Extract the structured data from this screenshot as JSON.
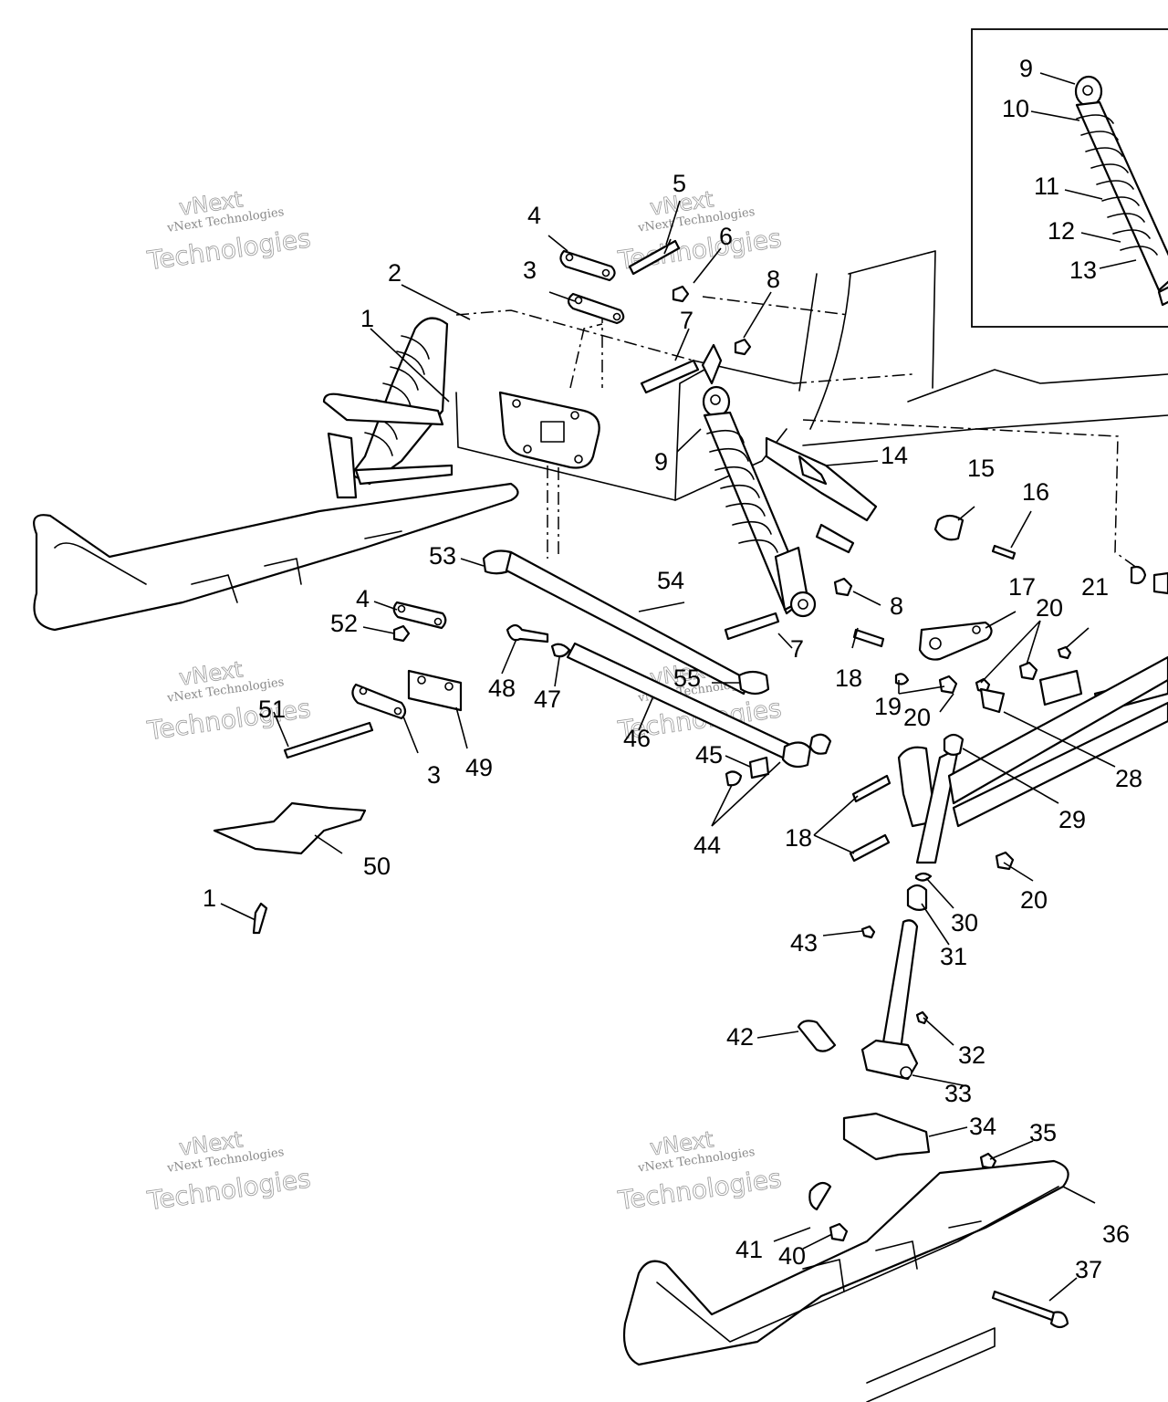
{
  "diagram": {
    "watermark": {
      "line1": "vNext",
      "line2": "vNext Technologies",
      "line3": "Technologies"
    },
    "callouts": [
      {
        "id": "c1a",
        "text": "1"
      },
      {
        "id": "c2",
        "text": "2"
      },
      {
        "id": "c3a",
        "text": "3"
      },
      {
        "id": "c4a",
        "text": "4"
      },
      {
        "id": "c5",
        "text": "5"
      },
      {
        "id": "c6",
        "text": "6"
      },
      {
        "id": "c7a",
        "text": "7"
      },
      {
        "id": "c8a",
        "text": "8"
      },
      {
        "id": "c9a",
        "text": "9"
      },
      {
        "id": "c14",
        "text": "14"
      },
      {
        "id": "c15",
        "text": "15"
      },
      {
        "id": "c16",
        "text": "16"
      },
      {
        "id": "c9b",
        "text": "9"
      },
      {
        "id": "c10",
        "text": "10"
      },
      {
        "id": "c11",
        "text": "11"
      },
      {
        "id": "c12",
        "text": "12"
      },
      {
        "id": "c13",
        "text": "13"
      },
      {
        "id": "c53",
        "text": "53"
      },
      {
        "id": "c54",
        "text": "54"
      },
      {
        "id": "c4b",
        "text": "4"
      },
      {
        "id": "c52",
        "text": "52"
      },
      {
        "id": "c8b",
        "text": "8"
      },
      {
        "id": "c7b",
        "text": "7"
      },
      {
        "id": "c17",
        "text": "17"
      },
      {
        "id": "c20a",
        "text": "20"
      },
      {
        "id": "c21",
        "text": "21"
      },
      {
        "id": "c48",
        "text": "48"
      },
      {
        "id": "c47",
        "text": "47"
      },
      {
        "id": "c55",
        "text": "55"
      },
      {
        "id": "c18a",
        "text": "18"
      },
      {
        "id": "c19",
        "text": "19"
      },
      {
        "id": "c20b",
        "text": "20"
      },
      {
        "id": "c51",
        "text": "51"
      },
      {
        "id": "c3b",
        "text": "3"
      },
      {
        "id": "c49",
        "text": "49"
      },
      {
        "id": "c46",
        "text": "46"
      },
      {
        "id": "c45",
        "text": "45"
      },
      {
        "id": "c28",
        "text": "28"
      },
      {
        "id": "c29",
        "text": "29"
      },
      {
        "id": "c44",
        "text": "44"
      },
      {
        "id": "c18b",
        "text": "18"
      },
      {
        "id": "c50",
        "text": "50"
      },
      {
        "id": "c20c",
        "text": "20"
      },
      {
        "id": "c1b",
        "text": "1"
      },
      {
        "id": "c30",
        "text": "30"
      },
      {
        "id": "c43",
        "text": "43"
      },
      {
        "id": "c31",
        "text": "31"
      },
      {
        "id": "c42",
        "text": "42"
      },
      {
        "id": "c32",
        "text": "32"
      },
      {
        "id": "c33",
        "text": "33"
      },
      {
        "id": "c34",
        "text": "34"
      },
      {
        "id": "c35",
        "text": "35"
      },
      {
        "id": "c36",
        "text": "36"
      },
      {
        "id": "c41",
        "text": "41"
      },
      {
        "id": "c40",
        "text": "40"
      },
      {
        "id": "c37",
        "text": "37"
      }
    ]
  }
}
